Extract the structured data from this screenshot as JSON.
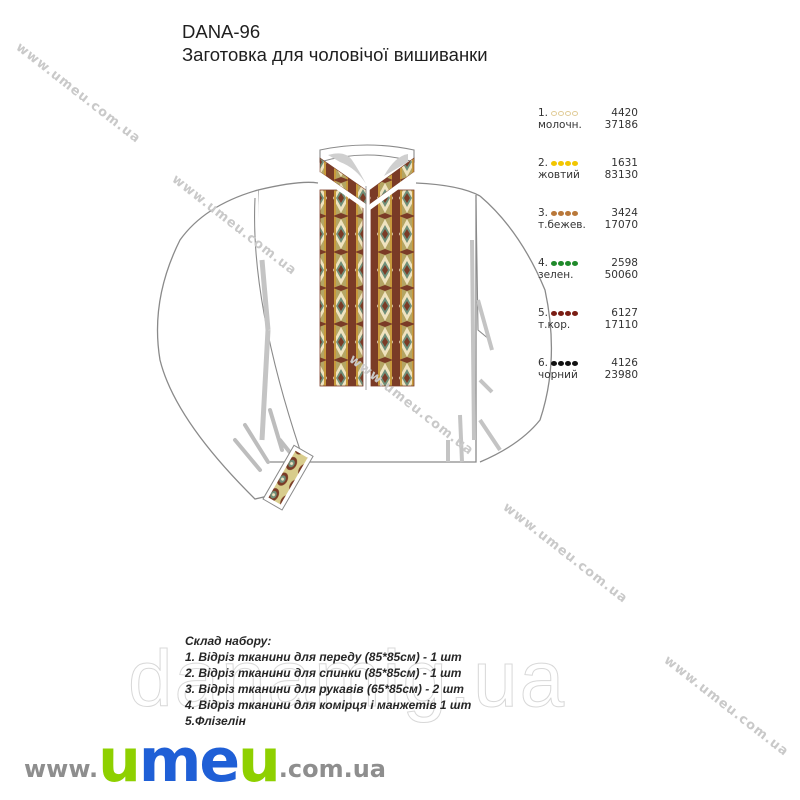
{
  "header": {
    "title": "DANA-96",
    "subtitle": "Заготовка для чоловічої вишиванки"
  },
  "legend": {
    "items": [
      {
        "num": "1.",
        "name": "молочн.",
        "code1": "4420",
        "code2": "37186",
        "color": "#e8d6a8",
        "hollow": true
      },
      {
        "num": "2.",
        "name": "жовтий",
        "code1": "1631",
        "code2": "83130",
        "color": "#f2c600",
        "hollow": false
      },
      {
        "num": "3.",
        "name": "т.бежев.",
        "code1": "3424",
        "code2": "17070",
        "color": "#b9783a",
        "hollow": false
      },
      {
        "num": "4.",
        "name": "зелен.",
        "code1": "2598",
        "code2": "50060",
        "color": "#1f8a2a",
        "hollow": false
      },
      {
        "num": "5.",
        "name": "т.кор.",
        "code1": "6127",
        "code2": "17110",
        "color": "#7a1d14",
        "hollow": false
      },
      {
        "num": "6.",
        "name": "чорний",
        "code1": "4126",
        "code2": "23980",
        "color": "#111111",
        "hollow": false
      }
    ]
  },
  "composition": {
    "heading": "Склад набору:",
    "lines": [
      "1. Відріз тканини для переду (85*85см) - 1 шт",
      "2. Відріз тканини для спинки (85*85см) - 1 шт",
      "3. Відріз тканини для рукавів (65*85см) - 2 шт",
      "4. Відріз тканини для комірця і манжетів 1 шт",
      "5.Флізелін"
    ]
  },
  "watermarks": {
    "diagonal": "www.umeu.com.ua",
    "background": "danamig.ua"
  },
  "brand": {
    "www": "www.",
    "u1": "u",
    "me": "me",
    "u2": "u",
    "domain": ".com.ua",
    "colors": {
      "green": "#8ed000",
      "blue": "#1f5fd6",
      "gray": "#8e8e8e"
    }
  },
  "embroidery_colors": {
    "dark_brown": "#7a3b26",
    "olive": "#a8a04a",
    "green_gray": "#6f8f7a",
    "cream": "#efe3c0",
    "gold": "#c89a3c"
  }
}
